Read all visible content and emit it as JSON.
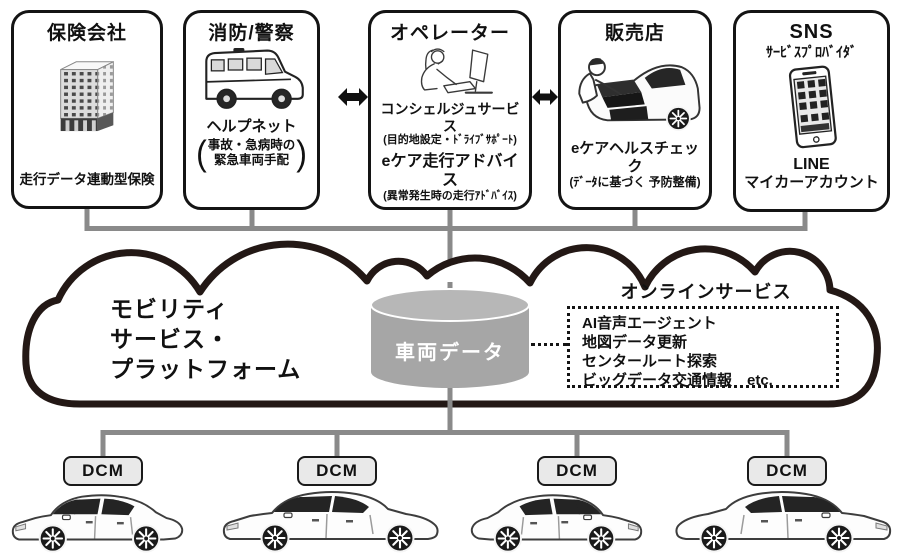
{
  "providers": [
    {
      "title": "保険会社",
      "icon": "building-icon",
      "caption": "走行データ連動型保険"
    },
    {
      "title": "消防/警察",
      "icon": "ambulance-icon",
      "service": "ヘルプネット",
      "bracket_open": "(",
      "bracket_close": ")",
      "bracket_lines": [
        "事故・急病時の",
        "緊急車両手配"
      ]
    },
    {
      "title": "オペレーター",
      "icon": "operator-icon",
      "service1": "コンシェルジュサービス",
      "service1_note": "(目的地設定・ﾄﾞﾗｲﾌﾞｻﾎﾟｰﾄ)",
      "service2": "eケア走行アドバイス",
      "service2_note": "(異常発生時の走行ｱﾄﾞﾊﾞｲｽ)"
    },
    {
      "title": "販売店",
      "icon": "mechanic-icon",
      "service": "eケアヘルスチェック",
      "service_note": "(ﾃﾞｰﾀに基づく 予防整備)"
    },
    {
      "title": "SNS",
      "subtitle": "ｻｰﾋﾞｽﾌﾟﾛﾊﾞｲﾀﾞ",
      "icon": "smartphone-icon",
      "service1": "LINE",
      "service2": "マイカーアカウント"
    }
  ],
  "platform": {
    "name_lines": [
      "モビリティ",
      "サービス・",
      "プラットフォーム"
    ],
    "database_label": "車両データ"
  },
  "online_services": {
    "title": "オンラインサービス",
    "items": [
      "AI音声エージェント",
      "地図データ更新",
      "センタールート探索",
      "ビッグデータ交通情報　etc."
    ]
  },
  "device": {
    "label": "DCM"
  },
  "colors": {
    "outline": "#231815",
    "connector_gray": "#8a8a8a",
    "cylinder_gray": "#a6a6a6",
    "dcm_fill": "#e9e9e9"
  }
}
